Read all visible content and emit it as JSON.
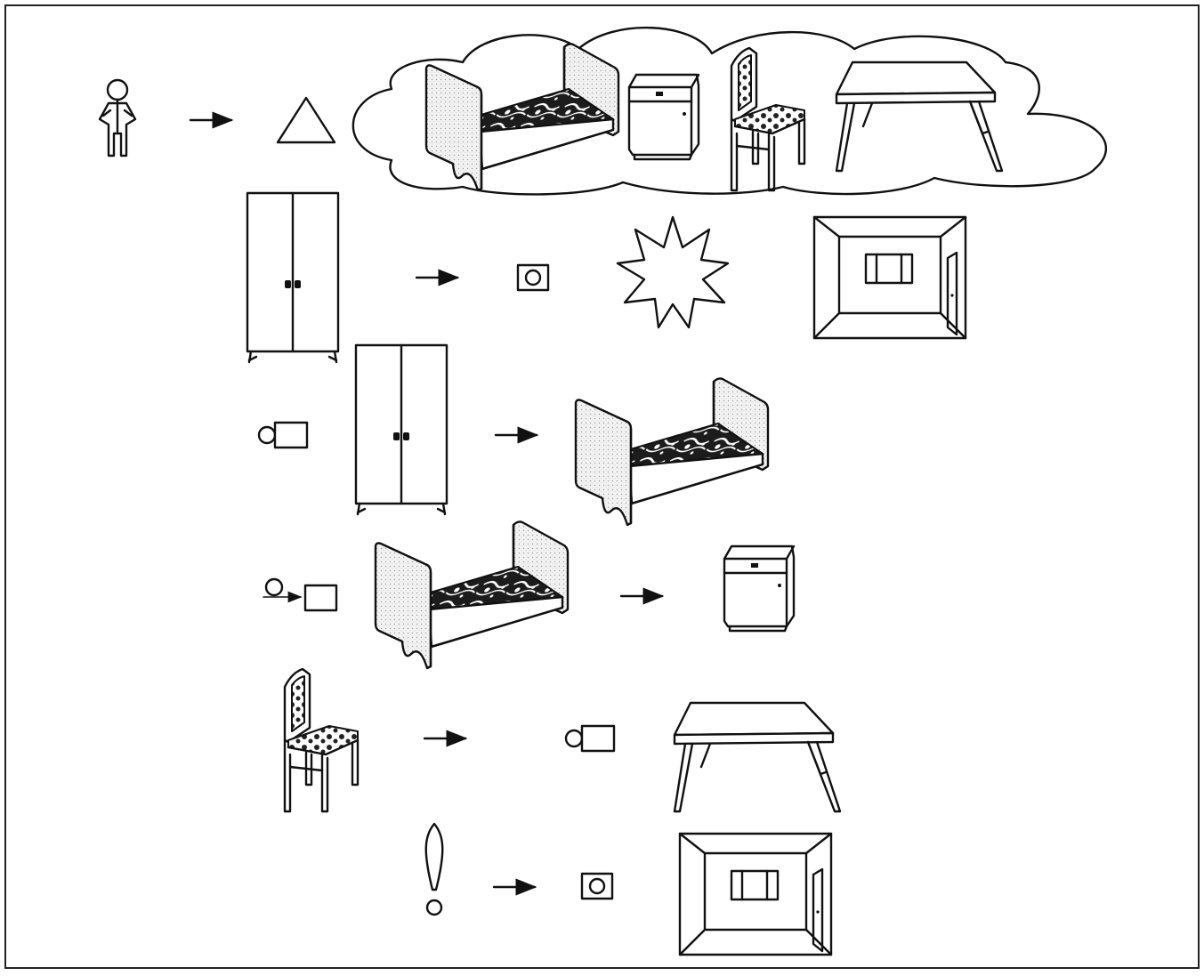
{
  "diagram": {
    "rows": [
      {
        "id": "row-1",
        "items": [
          "person-symbol",
          "arrow-icon",
          "triangle-symbol",
          "cloud-of-furniture"
        ]
      },
      {
        "id": "row-2",
        "items": [
          "wardrobe",
          "arrow-icon",
          "socket-symbol",
          "star-burst-symbol",
          "room-with-window-and-door"
        ]
      },
      {
        "id": "row-3",
        "items": [
          "circle-box-symbol",
          "wardrobe",
          "arrow-icon",
          "bed"
        ]
      },
      {
        "id": "row-4",
        "items": [
          "circle-arrow-box-symbol",
          "bed",
          "arrow-icon",
          "nightstand"
        ]
      },
      {
        "id": "row-5",
        "items": [
          "chair",
          "arrow-icon",
          "circle-box-symbol",
          "table"
        ]
      },
      {
        "id": "row-6",
        "items": [
          "exclamation-symbol",
          "arrow-icon",
          "socket-symbol",
          "room-with-window-and-door"
        ]
      }
    ],
    "cloud_contents": [
      "bed",
      "nightstand",
      "chair",
      "table"
    ],
    "colors": {
      "line": "#111111",
      "background": "#ffffff",
      "frame": "#222222"
    }
  }
}
